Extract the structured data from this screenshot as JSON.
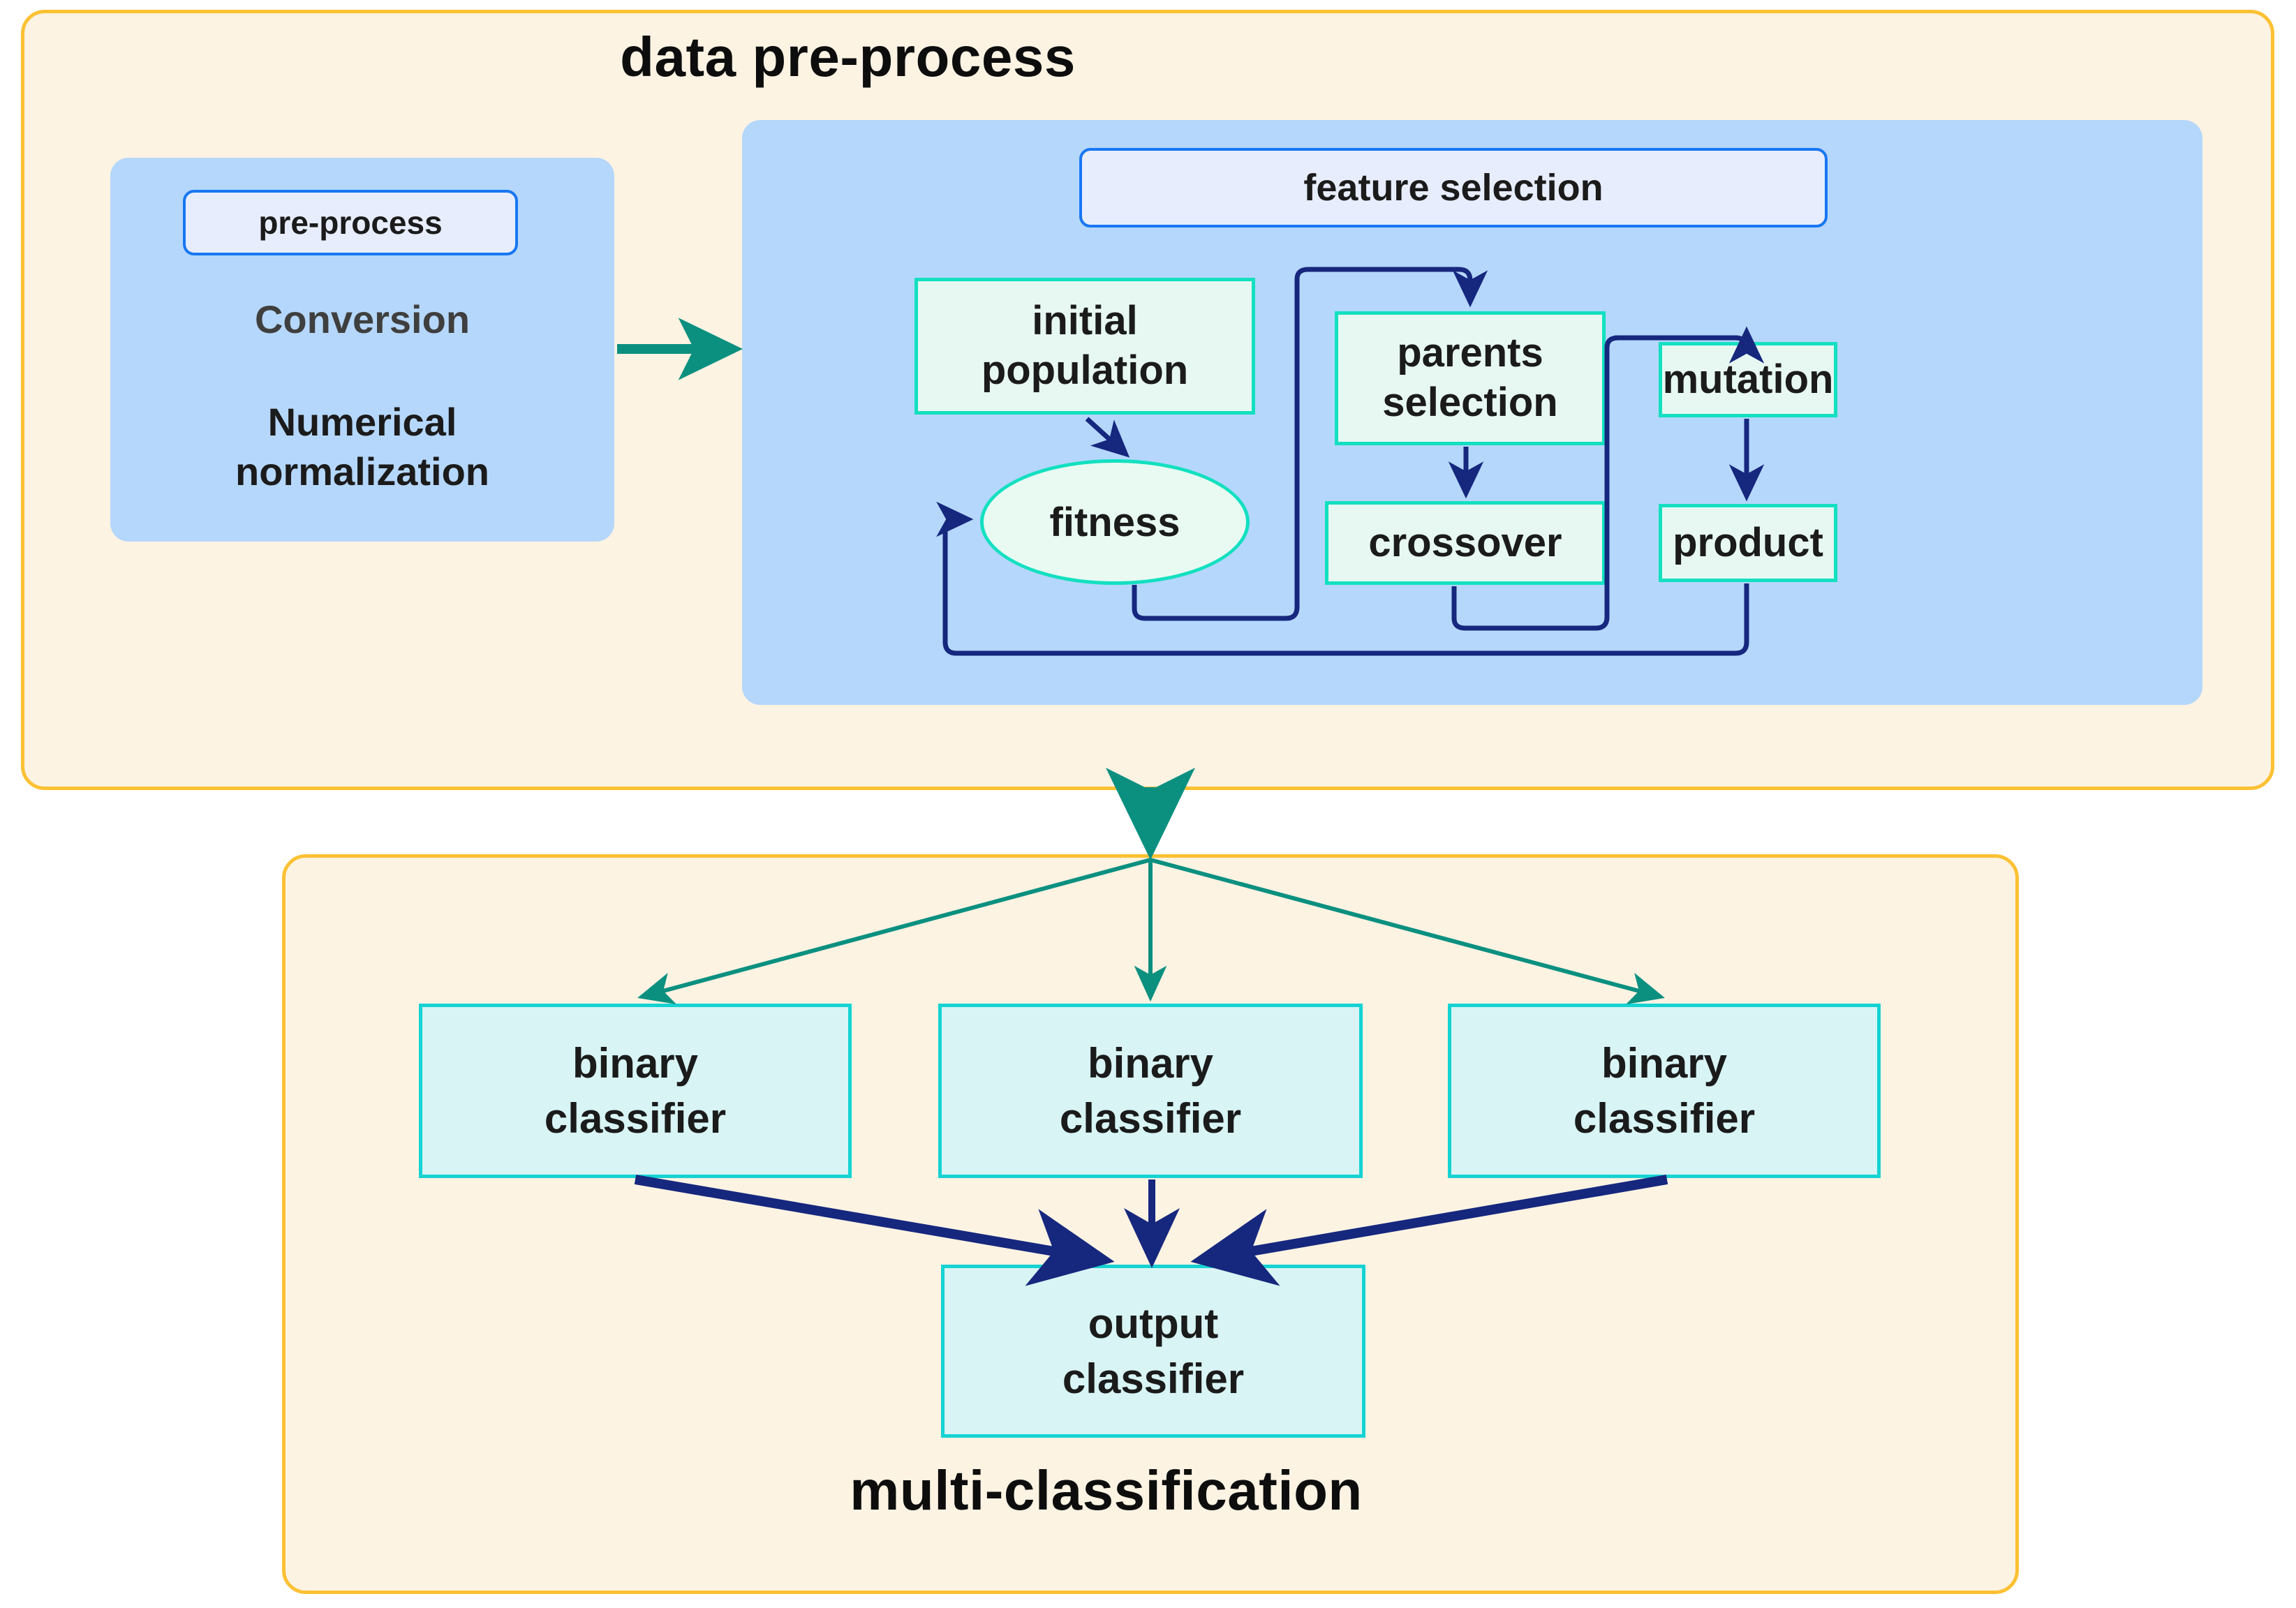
{
  "sections": {
    "preprocess": {
      "title": "data pre-process",
      "card": {
        "pill_label": "pre-process",
        "line1": "Conversion",
        "line2": "Numerical",
        "line3": "normalization"
      },
      "feature_selection": {
        "pill_label": "feature selection",
        "nodes": {
          "initial_population_line1": "initial",
          "initial_population_line2": "population",
          "fitness": "fitness",
          "parents_selection_line1": "parents",
          "parents_selection_line2": "selection",
          "crossover": "crossover",
          "mutation": "mutation",
          "product": "product"
        }
      }
    },
    "multiclass": {
      "title": "multi-classification",
      "classifiers": [
        {
          "line1": "binary",
          "line2": "classifier"
        },
        {
          "line1": "binary",
          "line2": "classifier"
        },
        {
          "line1": "binary",
          "line2": "classifier"
        }
      ],
      "output": {
        "line1": "output",
        "line2": "classifier"
      }
    }
  },
  "colors": {
    "outer_border": "#fcc133",
    "outer_fill": "#fdf3e3",
    "blue_panel": "#b5d7fb",
    "pill_fill": "#e8edfd",
    "pill_border": "#1877f2",
    "mint_fill": "#e7f8f2",
    "mint_border": "#13e0c0",
    "clf_fill": "#d8f4f4",
    "clf_border": "#15d3d3",
    "teal_arrow": "#0b9080",
    "navy_arrow": "#16277e",
    "text": "#1b1b1b"
  }
}
